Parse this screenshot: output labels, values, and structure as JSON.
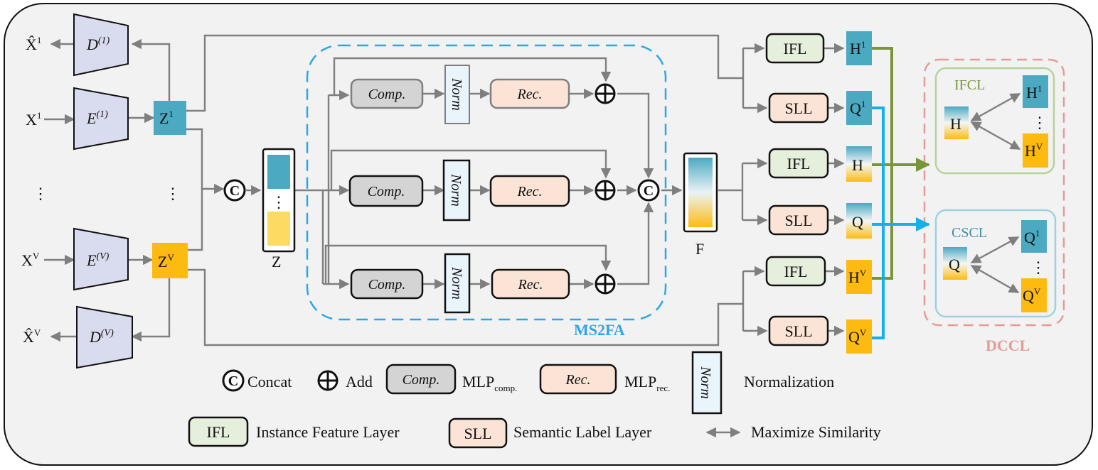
{
  "inputs": {
    "x1": "X",
    "x1_sup": "1",
    "xv": "X",
    "xv_sup": "V",
    "xhat1": "X̂",
    "xhat1_sup": "1",
    "xhatv": "X̂",
    "xhatv_sup": "V",
    "dots": "⋮"
  },
  "encoders": {
    "e1": "E",
    "e1_sup": "(1)",
    "ev": "E",
    "ev_sup": "(V)"
  },
  "decoders": {
    "d1": "D",
    "d1_sup": "(1)",
    "dv": "D",
    "dv_sup": "(V)"
  },
  "latent": {
    "z1": "Z",
    "z1_sup": "1",
    "zv": "Z",
    "zv_sup": "V",
    "z_label": "Z",
    "dots": "⋮"
  },
  "ms2fa": {
    "title": "MS2FA",
    "comp": "Comp.",
    "norm": "Norm",
    "rec": "Rec.",
    "concat": "C",
    "add": "⊕"
  },
  "fused": {
    "label": "F"
  },
  "layers": {
    "ifl": "IFL",
    "sll": "SLL",
    "h1": "H",
    "h1_sup": "1",
    "q1": "Q",
    "q1_sup": "1",
    "h": "H",
    "q": "Q",
    "hv": "H",
    "hv_sup": "V",
    "qv": "Q",
    "qv_sup": "V"
  },
  "dccl": {
    "title": "DCCL",
    "ifcl": "IFCL",
    "cscl": "CSCL",
    "h": "H",
    "h1": "H",
    "h1_sup": "1",
    "hv": "H",
    "hv_sup": "V",
    "q": "Q",
    "q1": "Q",
    "q1_sup": "1",
    "qv": "Q",
    "qv_sup": "V",
    "dots": "⋮"
  },
  "legend": {
    "concat_symbol": "C",
    "concat": "Concat",
    "add_symbol": "⊕",
    "add": "Add",
    "comp_box": "Comp.",
    "mlp": "MLP",
    "mlp_comp_sub": "comp.",
    "rec_box": "Rec.",
    "mlp_rec_sub": "rec.",
    "norm_box": "Norm",
    "normalization": "Normalization",
    "ifl_box": "IFL",
    "ifl_desc": "Instance Feature Layer",
    "sll_box": "SLL",
    "sll_desc": "Semantic Label Layer",
    "sim_desc": "Maximize Similarity"
  },
  "colors": {
    "teal": "#4ba9c2",
    "orange": "#fdbb12",
    "encoder_fill": "#d8dcee",
    "comp_fill": "#d4d4d4",
    "rec_fill": "#fbe4d6",
    "ifl_fill": "#e5efdc",
    "sll_fill": "#fbe4d6",
    "norm_fill": "#e9f4fb",
    "ms2fa_dash": "#2aa7e6",
    "dccl_dash": "#e39c98",
    "ifcl_border": "#b6d498",
    "cscl_border": "#9fd2e0",
    "green_arrow": "#78953a",
    "blue_arrow": "#15b0ec"
  }
}
